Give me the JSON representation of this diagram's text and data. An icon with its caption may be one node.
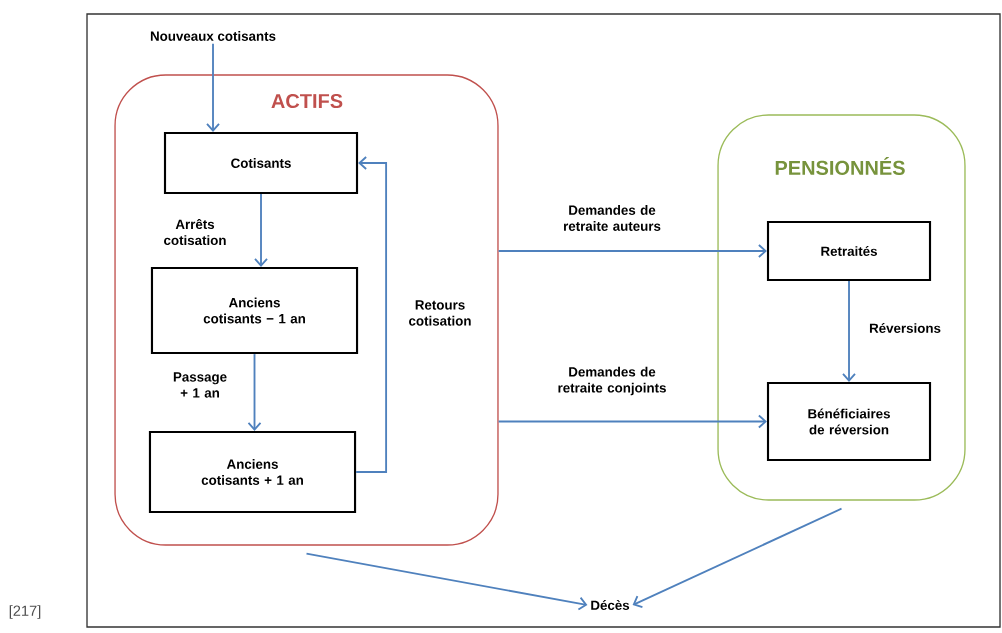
{
  "diagram": {
    "nodes": [
      {
        "text": [
          "Nouveaux cotisants"
        ]
      },
      {
        "text": [
          "ACTIFS"
        ]
      },
      {
        "text": [
          "Cotisants"
        ],
        "in": 1
      },
      {
        "text": [
          "Anciens cotisants − 1 an"
        ],
        "in": 1
      },
      {
        "text": [
          "Anciens cotisants + 1 an"
        ],
        "in": 1
      },
      {
        "text": [
          "PENSIONNÉS"
        ]
      },
      {
        "text": [
          "Retraités"
        ],
        "in": 5
      },
      {
        "text": [
          "Bénéficiaires de réversion"
        ],
        "in": 5
      },
      {
        "text": [
          "Décès"
        ]
      }
    ],
    "edges": [
      {
        "from": 0,
        "to": 2,
        "arrow": "to"
      },
      {
        "from": 2,
        "to": 3,
        "arrow": "to",
        "label": "Arrêts cotisation"
      },
      {
        "from": 3,
        "to": 4,
        "arrow": "to",
        "label": "Passage + 1 an"
      },
      {
        "from": 4,
        "to": 2,
        "arrow": "to",
        "label": "Retours cotisation"
      },
      {
        "from": 1,
        "to": 6,
        "arrow": "to",
        "label": "Demandes de retraite auteurs"
      },
      {
        "from": 1,
        "to": 7,
        "arrow": "to",
        "label": "Demandes de retraite conjoints"
      },
      {
        "from": 6,
        "to": 7,
        "arrow": "to",
        "label": "Réversions"
      },
      {
        "from": 1,
        "to": 8,
        "arrow": "to"
      },
      {
        "from": 5,
        "to": 8,
        "arrow": "to"
      }
    ],
    "labels": [
      "[217]"
    ]
  }
}
